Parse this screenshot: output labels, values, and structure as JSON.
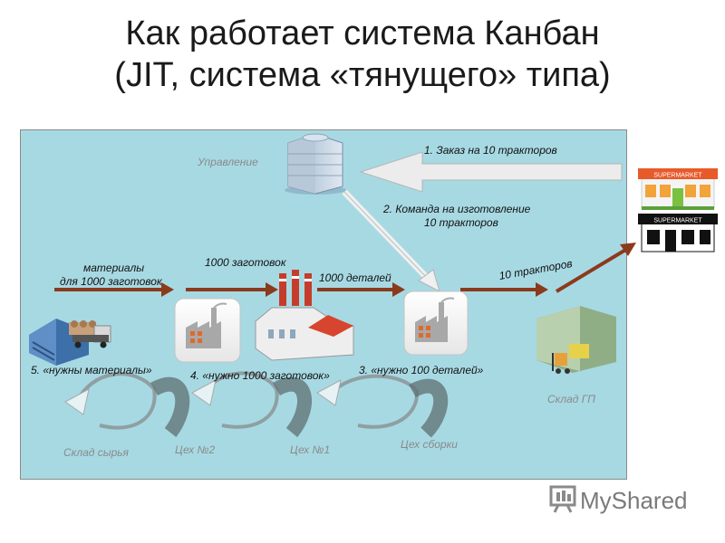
{
  "title": {
    "line1": "Как работает система Канбан",
    "line2": "(JIT, система «тянущего» типа)"
  },
  "labels": {
    "management": "Управление",
    "order": "1. Заказ на 10 тракторов",
    "command_line1": "2. Команда на изготовление",
    "command_line2": "10 тракторов",
    "materials_line1": "материалы",
    "materials_line2": "для 1000 заготовок",
    "blanks": "1000 заготовок",
    "parts": "1000 деталей",
    "tractors": "10 тракторов",
    "need_materials": "5. «нужны материалы»",
    "need_blanks": "4. «нужно 1000 заготовок»",
    "need_parts": "3. «нужно 100 деталей»",
    "raw_warehouse": "Склад сырья",
    "shop2": "Цех №2",
    "shop1": "Цех №1",
    "assembly": "Цех сборки",
    "finished_warehouse": "Склад ГП"
  },
  "store_signs": [
    "SUPERMARKET",
    "SUPERMARKET"
  ],
  "watermark": "MyShared",
  "colors": {
    "panel": "#a7d9e3",
    "flow_arrow": "#8b3a1c",
    "order_arrow": "#e8e8e8"
  }
}
